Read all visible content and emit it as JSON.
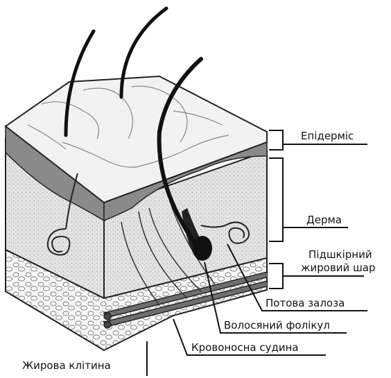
{
  "diagram": {
    "labels": {
      "epidermis": "Епідерміс",
      "dermis": "Дерма",
      "subcutaneous_line1": "Підшкірний",
      "subcutaneous_line2": "жировий шар",
      "sweat_gland": "Потова залоза",
      "hair_follicle": "Волосяний фолікул",
      "blood_vessel": "Кровоносна судина",
      "fat_cell": "Жирова клітина"
    }
  }
}
